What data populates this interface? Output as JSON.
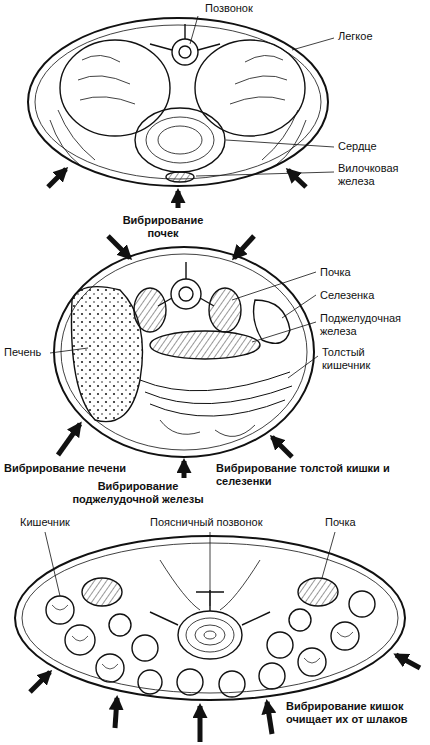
{
  "diagram": {
    "labels": [
      "Позвонок",
      "Легкое",
      "Сердце",
      "Вилочковая железа",
      "Вибрирование почек",
      "Почка",
      "Селезенка",
      "Поджелудочная железа",
      "Толстый кишечник",
      "Печень",
      "Вибрирование печени",
      "Вибрирование поджелудочной железы",
      "Вибрирование толстой кишки и селезенки",
      "Кишечник",
      "Поясничный позвонок",
      "Почка",
      "Вибрирование кишок очищает их от шлаков"
    ]
  }
}
